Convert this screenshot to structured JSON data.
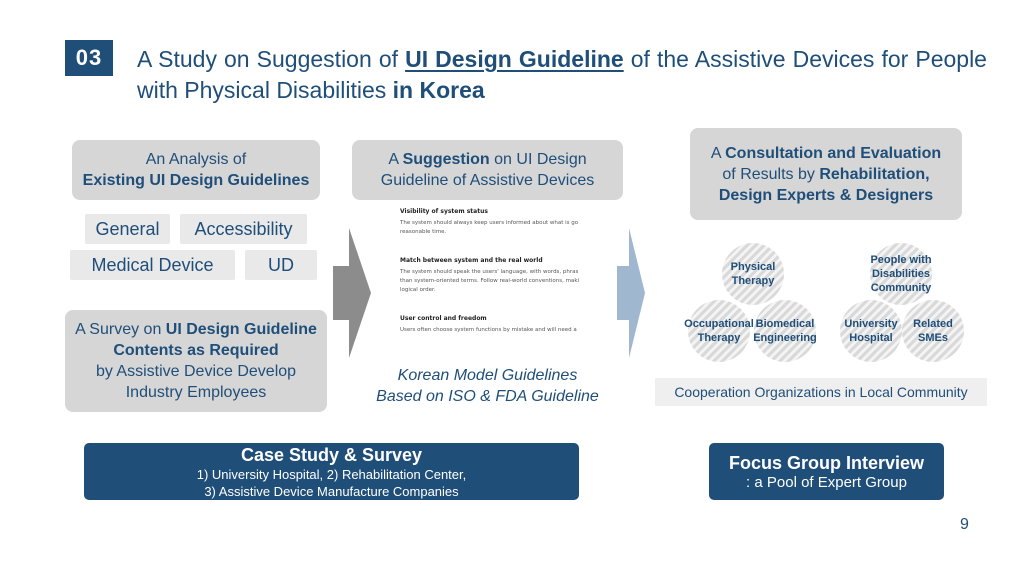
{
  "header": {
    "badge": "03",
    "title_pre": "A Study on Suggestion of ",
    "title_highlight": "UI Design Guideline",
    "title_mid": " of the Assistive Devices for People with Physical Disabilities ",
    "title_bold": "in Korea"
  },
  "left": {
    "analysis_line1": "An Analysis of",
    "analysis_line2": "Existing UI Design Guidelines",
    "tags": [
      "General",
      "Accessibility",
      "Medical Device",
      "UD"
    ],
    "survey_pre": "A Survey on ",
    "survey_bold1": "UI Design Guideline",
    "survey_bold2": "Contents as Required",
    "survey_line3": "by Assistive Device Develop",
    "survey_line4": "Industry Employees"
  },
  "middle": {
    "suggestion_pre": "A ",
    "suggestion_bold": "Suggestion",
    "suggestion_post": " on UI Design",
    "suggestion_line2": "Guideline of Assistive Devices",
    "doc": [
      {
        "heading": "Visibility of system status",
        "body": "The system should always keep users informed about what is go reasonable time."
      },
      {
        "heading": "Match between system and the real world",
        "body": "The system should speak the users' language, with words, phras than system-oriented terms. Follow real-world conventions, maki logical order."
      },
      {
        "heading": "User control and freedom",
        "body": "Users often choose system functions by mistake and will need a"
      }
    ],
    "caption_line1": "Korean Model Guidelines",
    "caption_line2": "Based on ISO & FDA Guideline"
  },
  "right": {
    "consult_pre": "A ",
    "consult_bold1": "Consultation and Evaluation",
    "consult_mid": "of Results by ",
    "consult_bold2": "Rehabilitation,",
    "consult_bold3": "Design Experts & Designers",
    "circles": [
      "Physical\nTherapy",
      "People with\nDisabilities\nCommunity",
      "Occupational\nTherapy",
      "Biomedical\nEngineering",
      "University\nHospital",
      "Related\nSMEs"
    ],
    "coop_label": "Cooperation Organizations in Local Community"
  },
  "bottom": {
    "case_title": "Case Study & Survey",
    "case_line1": "1) University Hospital, 2) Rehabilitation Center,",
    "case_line2": "3) Assistive Device Manufacture Companies",
    "focus_title": "Focus Group Interview",
    "focus_sub": ": a Pool of Expert Group"
  },
  "page_number": "9",
  "colors": {
    "navy": "#1f4e79",
    "gray_box": "#d6d6d6",
    "arrow_dark": "#8c8c8c",
    "arrow_light": "#9fb7cf"
  }
}
